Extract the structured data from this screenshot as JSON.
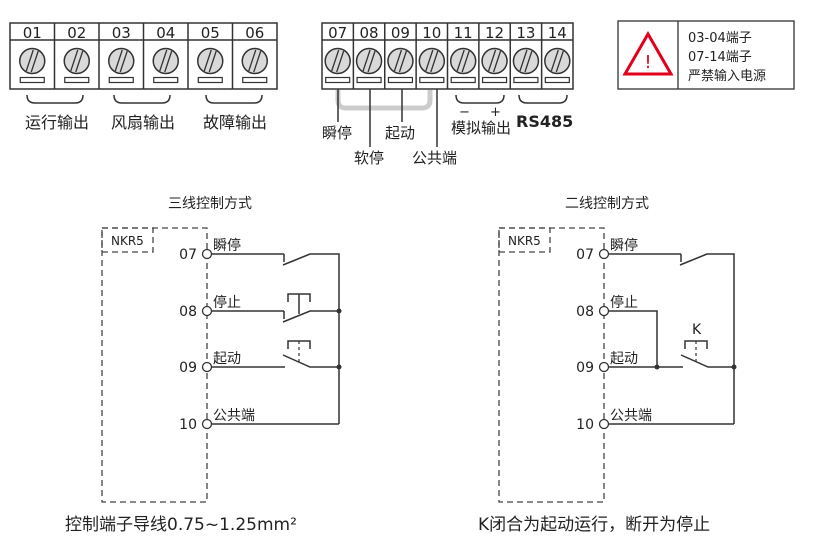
{
  "terminal_block_1": {
    "numbers": [
      "01",
      "02",
      "03",
      "04",
      "05",
      "06"
    ],
    "groups": [
      "运行输出",
      "风扇输出",
      "故障输出"
    ]
  },
  "terminal_block_2": {
    "numbers": [
      "07",
      "08",
      "09",
      "10",
      "11",
      "12",
      "13",
      "14"
    ],
    "labels": {
      "t07": "瞬停",
      "t08": "软停",
      "t09": "起动",
      "t10": "公共端",
      "analog": "模拟输出",
      "minus": "−",
      "plus": "+",
      "rs485": "RS485"
    }
  },
  "warning": {
    "lines": [
      "03-04端子",
      "07-14端子",
      "严禁输入电源"
    ],
    "color": "#e2001a"
  },
  "three_wire": {
    "title": "三线控制方式",
    "device": "NKR5",
    "terminals": [
      {
        "num": "07",
        "label": "瞬停"
      },
      {
        "num": "08",
        "label": "停止"
      },
      {
        "num": "09",
        "label": "起动"
      },
      {
        "num": "10",
        "label": "公共端"
      }
    ],
    "caption": "控制端子导线0.75~1.25mm²"
  },
  "two_wire": {
    "title": "二线控制方式",
    "device": "NKR5",
    "switch_label": "K",
    "terminals": [
      {
        "num": "07",
        "label": "瞬停"
      },
      {
        "num": "08",
        "label": "停止"
      },
      {
        "num": "09",
        "label": "起动"
      },
      {
        "num": "10",
        "label": "公共端"
      }
    ],
    "caption": "K闭合为起动运行，断开为停止"
  }
}
